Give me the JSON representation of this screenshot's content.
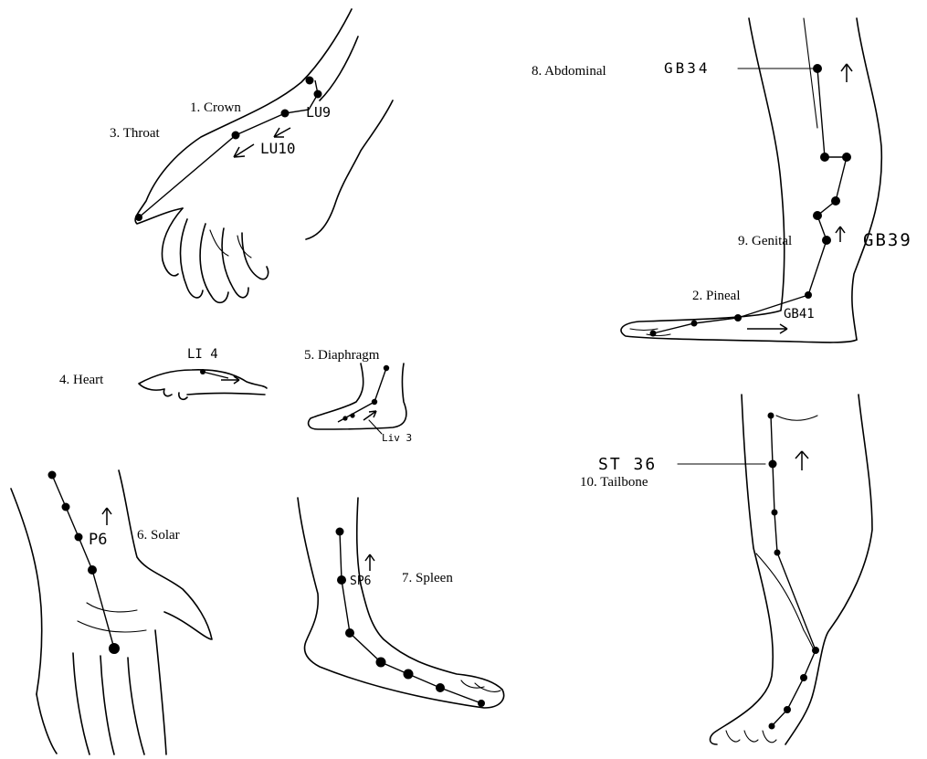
{
  "figures": {
    "hand_crown": {
      "label_crown": "1. Crown",
      "label_throat": "3. Throat",
      "point_lu9": "LU9",
      "point_lu10": "LU10"
    },
    "hand_heart": {
      "label": "4. Heart",
      "point": "LI 4"
    },
    "foot_diaphragm": {
      "label": "5. Diaphragm",
      "point": "Liv 3"
    },
    "wrist_solar": {
      "label": "6. Solar",
      "point": "P6"
    },
    "foot_spleen": {
      "label": "7. Spleen",
      "point": "SP6"
    },
    "leg_gb": {
      "label_abdominal": "8. Abdominal",
      "label_genital": "9. Genital",
      "label_pineal": "2. Pineal",
      "point_gb34": "GB34",
      "point_gb39": "GB39",
      "point_gb41": "GB41"
    },
    "leg_st": {
      "label": "10. Tailbone",
      "point": "ST 36"
    }
  }
}
